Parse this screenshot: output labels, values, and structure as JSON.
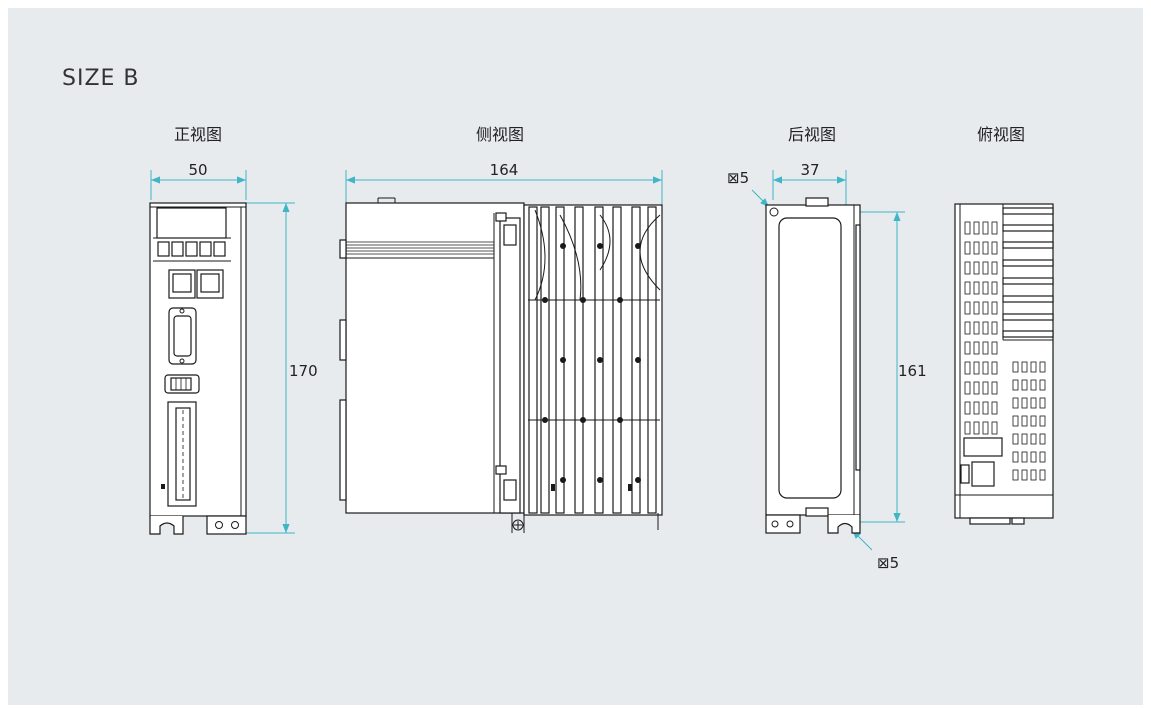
{
  "title": "SIZE  B",
  "views": {
    "front": {
      "label": "正视图",
      "width": "50",
      "height": "170"
    },
    "side": {
      "label": "侧视图",
      "width": "164"
    },
    "back": {
      "label": "后视图",
      "width": "37",
      "height": "161",
      "hole_top": "⊠5",
      "hole_bottom": "⊠5"
    },
    "top": {
      "label": "俯视图"
    }
  },
  "colors": {
    "dimension": "#3fb5c6",
    "background": "#e8ebed",
    "outline": "#1a1a1a"
  }
}
